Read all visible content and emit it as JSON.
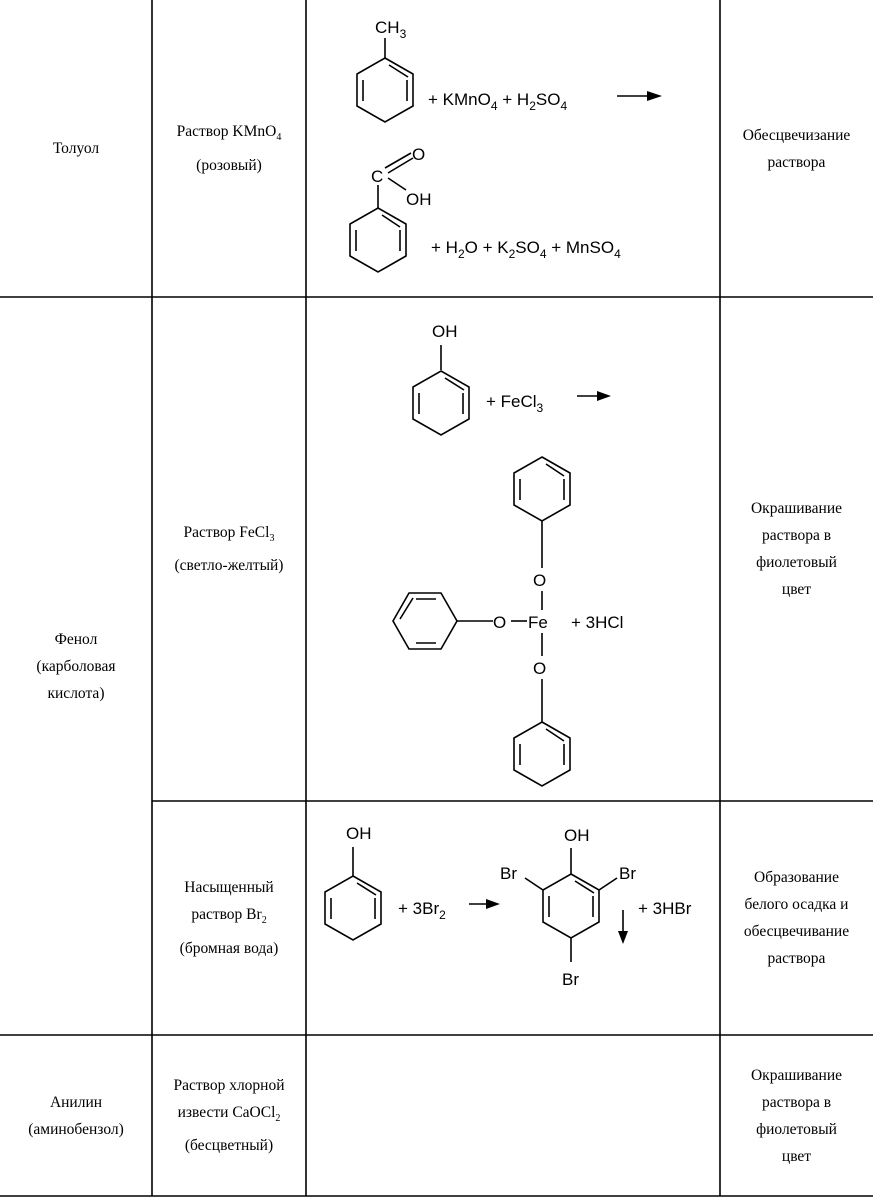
{
  "rows": [
    {
      "substance": [
        "Толуол"
      ],
      "reagent": [
        "Раствор KMnO",
        "4",
        "(розовый)"
      ],
      "result": [
        "Обесцвечизание",
        "раствора"
      ],
      "equation": {
        "reactant_substituent": "CH3",
        "reactant_rest": "+ KMnO4 + H2SO4",
        "product_group_o": "O",
        "product_group_c": "C",
        "product_group_oh": "OH",
        "product_rest": "+ H2O + K2SO4 + MnSO4"
      }
    },
    {
      "substance": [
        "Фенол",
        "(карболовая",
        "кислота)"
      ],
      "reagent": [
        "Раствор FeCl",
        "3",
        "(светло-желтый)"
      ],
      "result": [
        "Окрашивание",
        "раствора  в",
        "фиолетовый",
        "цвет"
      ],
      "equation": {
        "reactant_substituent": "OH",
        "reactant_rest": "+ FeCl3",
        "product_center": "Fe",
        "product_o": "O",
        "product_rest": "+  3HCl"
      }
    },
    {
      "reagent": [
        "Насыщенный",
        "раствор Br",
        "2",
        "(бромная вода)"
      ],
      "result": [
        "Образование",
        "белого осадка и",
        "обесцвечивание",
        "раствора"
      ],
      "equation": {
        "reactant_substituent": "OH",
        "reactant_rest": "+  3Br2",
        "product_oh": "OH",
        "product_br": "Br",
        "product_rest": "+  3HBr"
      }
    },
    {
      "substance": [
        "Анилин",
        "(аминобензол)"
      ],
      "reagent": [
        "Раствор хлорной",
        "извести CaOCl",
        "2",
        "(бесцветный)"
      ],
      "result": [
        "Окрашивание",
        "раствора в",
        "фиолетовый",
        "цвет"
      ]
    }
  ]
}
